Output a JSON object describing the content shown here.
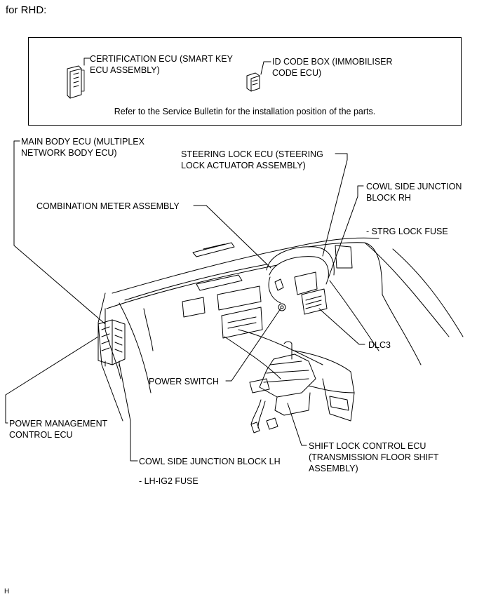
{
  "header": {
    "title": "for RHD:"
  },
  "ref_box": {
    "items": [
      {
        "label": "CERTIFICATION ECU (SMART KEY\nECU ASSEMBLY)"
      },
      {
        "label": "ID CODE BOX (IMMOBILISER\nCODE ECU)"
      }
    ],
    "note": "Refer to the Service Bulletin for the installation position of the parts."
  },
  "callouts": {
    "main_body_ecu": "MAIN BODY ECU (MULTIPLEX\nNETWORK BODY ECU)",
    "steering_lock_ecu": "STEERING LOCK ECU (STEERING\nLOCK ACTUATOR ASSEMBLY)",
    "cowl_side_jb_rh": "COWL SIDE JUNCTION\nBLOCK RH",
    "strg_lock_fuse": "- STRG LOCK FUSE",
    "combination_meter": "COMBINATION METER ASSEMBLY",
    "dlc3": "DLC3",
    "power_switch": "POWER SWITCH",
    "power_mgmt_ecu": "POWER MANAGEMENT\nCONTROL ECU",
    "shift_lock_ecu": "SHIFT LOCK CONTROL ECU\n(TRANSMISSION FLOOR SHIFT\nASSEMBLY)",
    "cowl_side_jb_lh": "COWL SIDE JUNCTION BLOCK LH",
    "lh_ig2_fuse": "- LH-IG2 FUSE"
  },
  "footer": {
    "code": "H"
  }
}
